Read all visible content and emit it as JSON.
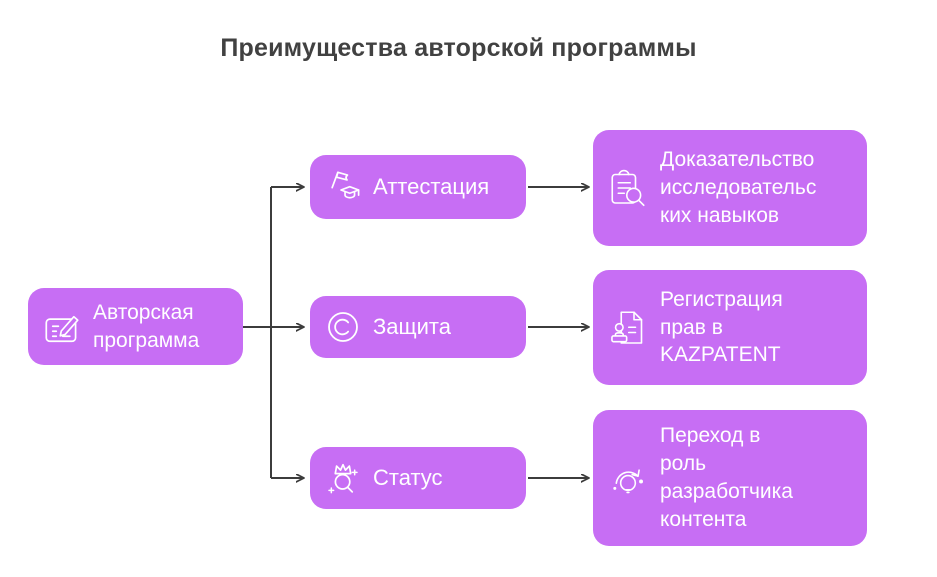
{
  "title": "Преимущества авторской программы",
  "colors": {
    "bg": "#ffffff",
    "node": "#c76ef4",
    "nodeText": "#ffffff",
    "titleText": "#414141",
    "connector": "#3c3c3c"
  },
  "root_node": {
    "label": "Авторская\nпрограмма",
    "icon": "form-edit-icon"
  },
  "branches": [
    {
      "label": "Аттестация",
      "icon": "flag-graduation-icon",
      "outcome": {
        "label": "Доказательство\nисследовательс\nких навыков",
        "icon": "clipboard-search-icon"
      }
    },
    {
      "label": "Защита",
      "icon": "copyright-icon",
      "outcome": {
        "label": "Регистрация\nправ в\nKAZPATENT",
        "icon": "document-stamp-icon"
      }
    },
    {
      "label": "Статус",
      "icon": "crown-status-icon",
      "outcome": {
        "label": "Переход в\nроль\nразработчика\nконтента",
        "icon": "idea-transition-icon"
      }
    }
  ]
}
